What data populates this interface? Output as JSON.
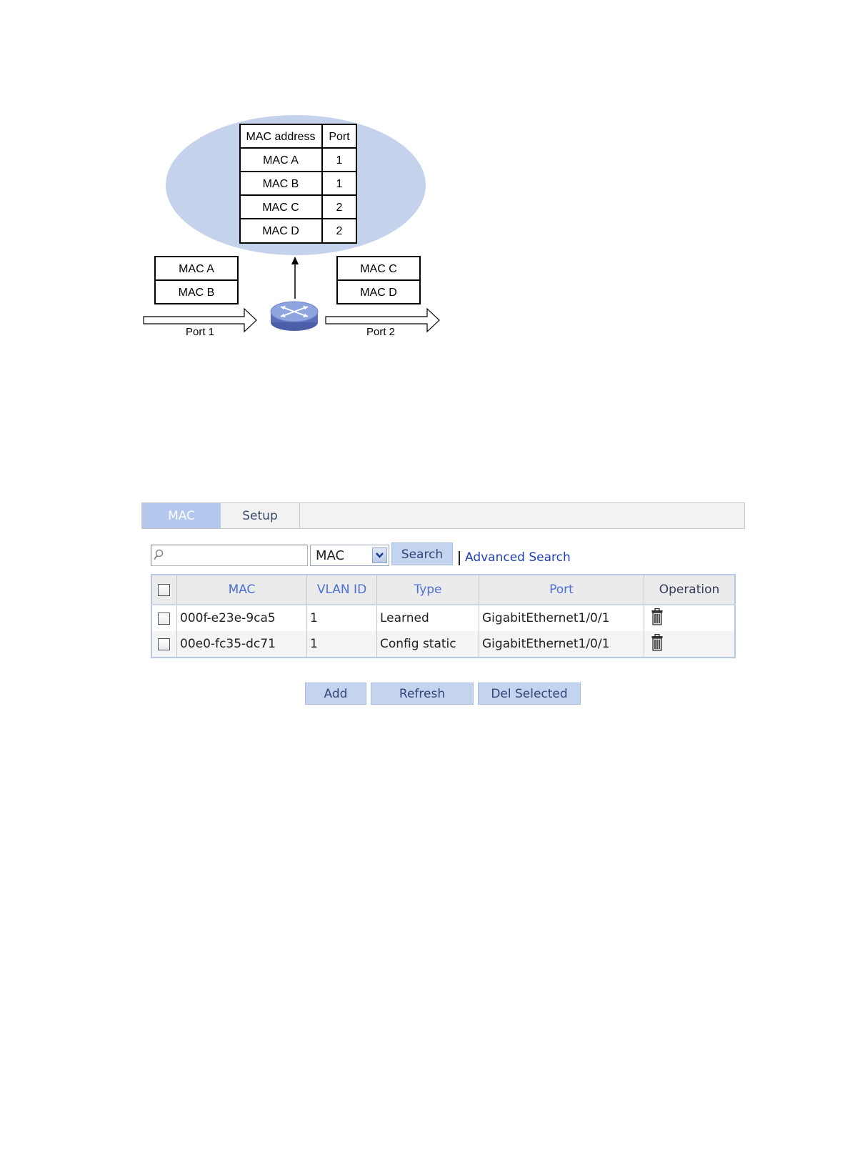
{
  "diagram": {
    "table_header": {
      "mac": "MAC address",
      "port": "Port"
    },
    "table_rows": [
      {
        "mac": "MAC A",
        "port": "1"
      },
      {
        "mac": "MAC B",
        "port": "1"
      },
      {
        "mac": "MAC C",
        "port": "2"
      },
      {
        "mac": "MAC D",
        "port": "2"
      }
    ],
    "left_stack": [
      "MAC A",
      "MAC B"
    ],
    "right_stack": [
      "MAC C",
      "MAC D"
    ],
    "port1_label": "Port 1",
    "port2_label": "Port 2",
    "ellipse_color": "#c4d2ec",
    "device_icon": "switch-icon"
  },
  "ui": {
    "tabs": [
      {
        "label": "MAC",
        "active": true
      },
      {
        "label": "Setup",
        "active": false
      }
    ],
    "search": {
      "placeholder": "",
      "field_selected": "MAC",
      "button_label": "Search",
      "advanced_link": "Advanced Search"
    },
    "table": {
      "columns": [
        "MAC",
        "VLAN ID",
        "Type",
        "Port",
        "Operation"
      ],
      "rows": [
        {
          "mac": "000f-e23e-9ca5",
          "vlan": "1",
          "type": "Learned",
          "port": "GigabitEthernet1/0/1"
        },
        {
          "mac": "00e0-fc35-dc71",
          "vlan": "1",
          "type": "Config static",
          "port": "GigabitEthernet1/0/1"
        }
      ]
    },
    "buttons": {
      "add": "Add",
      "refresh": "Refresh",
      "delete_selected": "Del Selected"
    },
    "colors": {
      "accent": "#b3c8ec",
      "button_bg": "#c4d4ee",
      "link": "#1e3fb5",
      "header_text": "#4b6fd6"
    }
  }
}
